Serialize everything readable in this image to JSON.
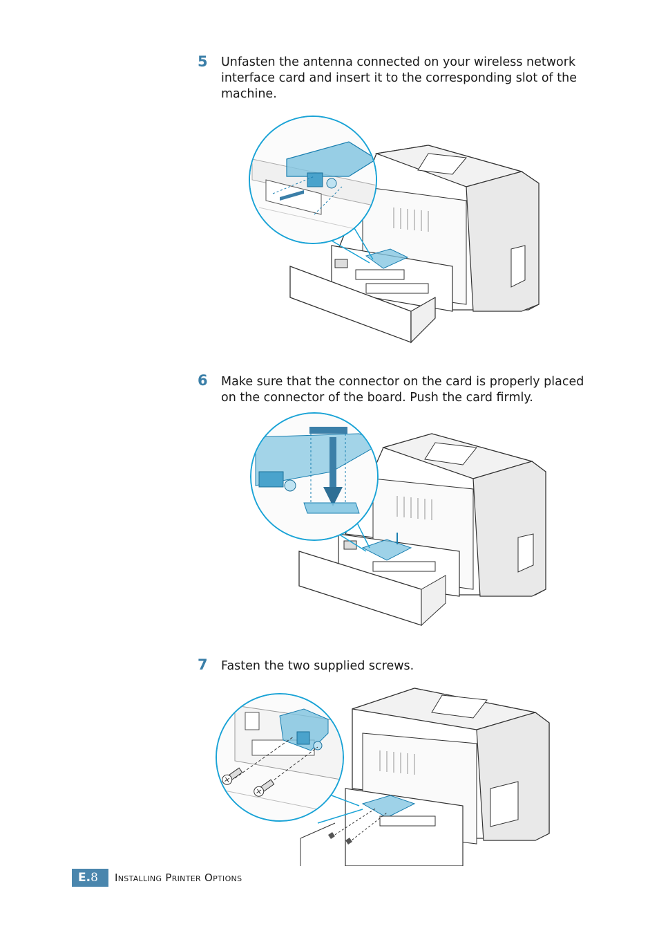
{
  "steps": [
    {
      "number": "5",
      "text": "Unfasten the antenna connected on your wireless network interface card and insert it to the corresponding slot of the machine."
    },
    {
      "number": "6",
      "text": "Make sure that the connector on the card is properly placed on the connector of the board. Push the card firmly."
    },
    {
      "number": "7",
      "text": "Fasten the two supplied screws."
    }
  ],
  "footer": {
    "section": "E.",
    "page": "8",
    "title": "Installing Printer Options"
  },
  "colors": {
    "accent": "#4a86ad",
    "highlight": "#7ec3e0",
    "callout": "#1aa3d6"
  }
}
